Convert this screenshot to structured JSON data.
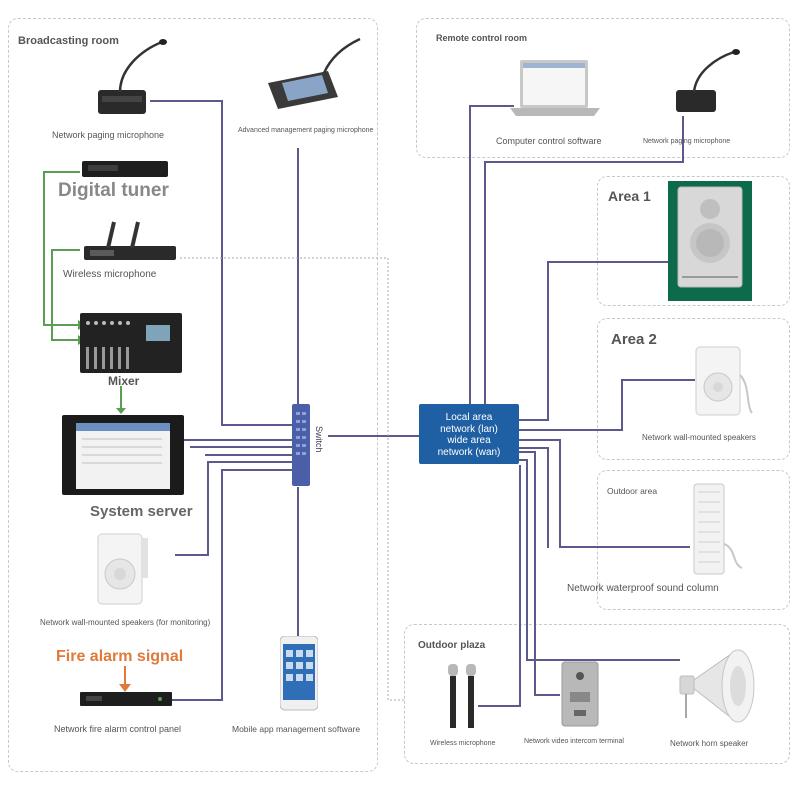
{
  "colors": {
    "wire": "#5c5a8c",
    "green": "#5a9e52",
    "orange": "#e07a3a",
    "lan": "#1f5fa3"
  },
  "broadcasting_room": {
    "title": "Broadcasting room",
    "paging_mic": "Network paging microphone",
    "adv_paging_mic": "Advanced management paging microphone",
    "digital_tuner": "Digital tuner",
    "wireless_mic": "Wireless microphone",
    "mixer": "Mixer",
    "system_server": "System server",
    "monitor_speaker": "Network wall-mounted speakers (for monitoring)",
    "fire_alarm_signal": "Fire alarm signal",
    "fire_alarm_panel": "Network fire alarm control panel",
    "mobile_app": "Mobile app management software",
    "switch": "Switch"
  },
  "lan_box": {
    "line1": "Local area",
    "line2": "network (lan)",
    "line3": "wide area",
    "line4": "network (wan)"
  },
  "remote_control_room": {
    "title": "Remote control room",
    "computer_software": "Computer control software",
    "paging_mic": "Network paging microphone"
  },
  "area1": {
    "title": "Area 1"
  },
  "area2": {
    "title": "Area 2",
    "speaker": "Network wall-mounted speakers"
  },
  "outdoor_area": {
    "title": "Outdoor area",
    "sound_column": "Network waterproof sound column"
  },
  "outdoor_plaza": {
    "title": "Outdoor plaza",
    "wireless_mic": "Wireless microphone",
    "intercom": "Network video intercom terminal",
    "horn": "Network horn speaker"
  }
}
